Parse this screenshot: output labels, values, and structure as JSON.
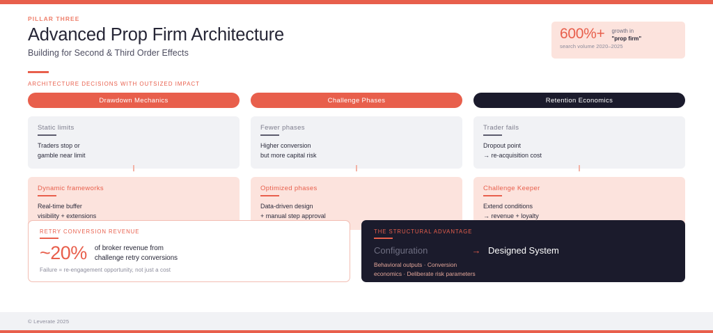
{
  "header": {
    "eyebrow": "PILLAR THREE",
    "title": "Advanced Prop Firm Architecture",
    "subtitle": "Building for Second & Third Order Effects"
  },
  "stat_badge": {
    "number": "600%+",
    "desc_line1": "growth in",
    "desc_line2": "\"prop firm\"",
    "footnote": "search volume 2020–2025"
  },
  "section_label": "ARCHITECTURE DECISIONS WITH OUTSIZED IMPACT",
  "columns": [
    {
      "header": "Drawdown Mechanics",
      "header_style": "accent",
      "top_card": {
        "title": "Static limits",
        "lines": [
          "Traders stop or",
          "gamble near limit"
        ]
      },
      "bottom_card": {
        "title": "Dynamic frameworks",
        "lines": [
          "Real-time buffer",
          "visibility + extensions"
        ]
      }
    },
    {
      "header": "Challenge Phases",
      "header_style": "accent",
      "top_card": {
        "title": "Fewer phases",
        "lines": [
          "Higher conversion",
          "but more capital risk"
        ]
      },
      "bottom_card": {
        "title": "Optimized phases",
        "lines": [
          "Data-driven design",
          "+ manual step approval"
        ]
      }
    },
    {
      "header": "Retention Economics",
      "header_style": "dark",
      "top_card": {
        "title": "Trader fails",
        "lines": [
          "Dropout point",
          "→ re-acquisition cost"
        ]
      },
      "bottom_card": {
        "title": "Challenge Keeper",
        "lines": [
          "Extend conditions",
          "→ revenue + loyalty"
        ]
      }
    }
  ],
  "retry_panel": {
    "label": "RETRY CONVERSION REVENUE",
    "number": "~20%",
    "text_line1": "of broker revenue from",
    "text_line2": "challenge retry conversions",
    "footnote": "Failure = re-engagement opportunity, not just a cost"
  },
  "advantage_panel": {
    "label": "THE STRUCTURAL ADVANTAGE",
    "from": "Configuration",
    "arrow": "→",
    "to": "Designed System",
    "body_line1": "Behavioral outputs · Conversion",
    "body_line2": "economics · Deliberate risk parameters"
  },
  "footer": {
    "copyright": "© Leverate 2025"
  },
  "colors": {
    "accent": "#e85f4c",
    "dark": "#1b1b2c",
    "pink_bg": "#fce3dd",
    "neutral_bg": "#f1f2f5"
  }
}
